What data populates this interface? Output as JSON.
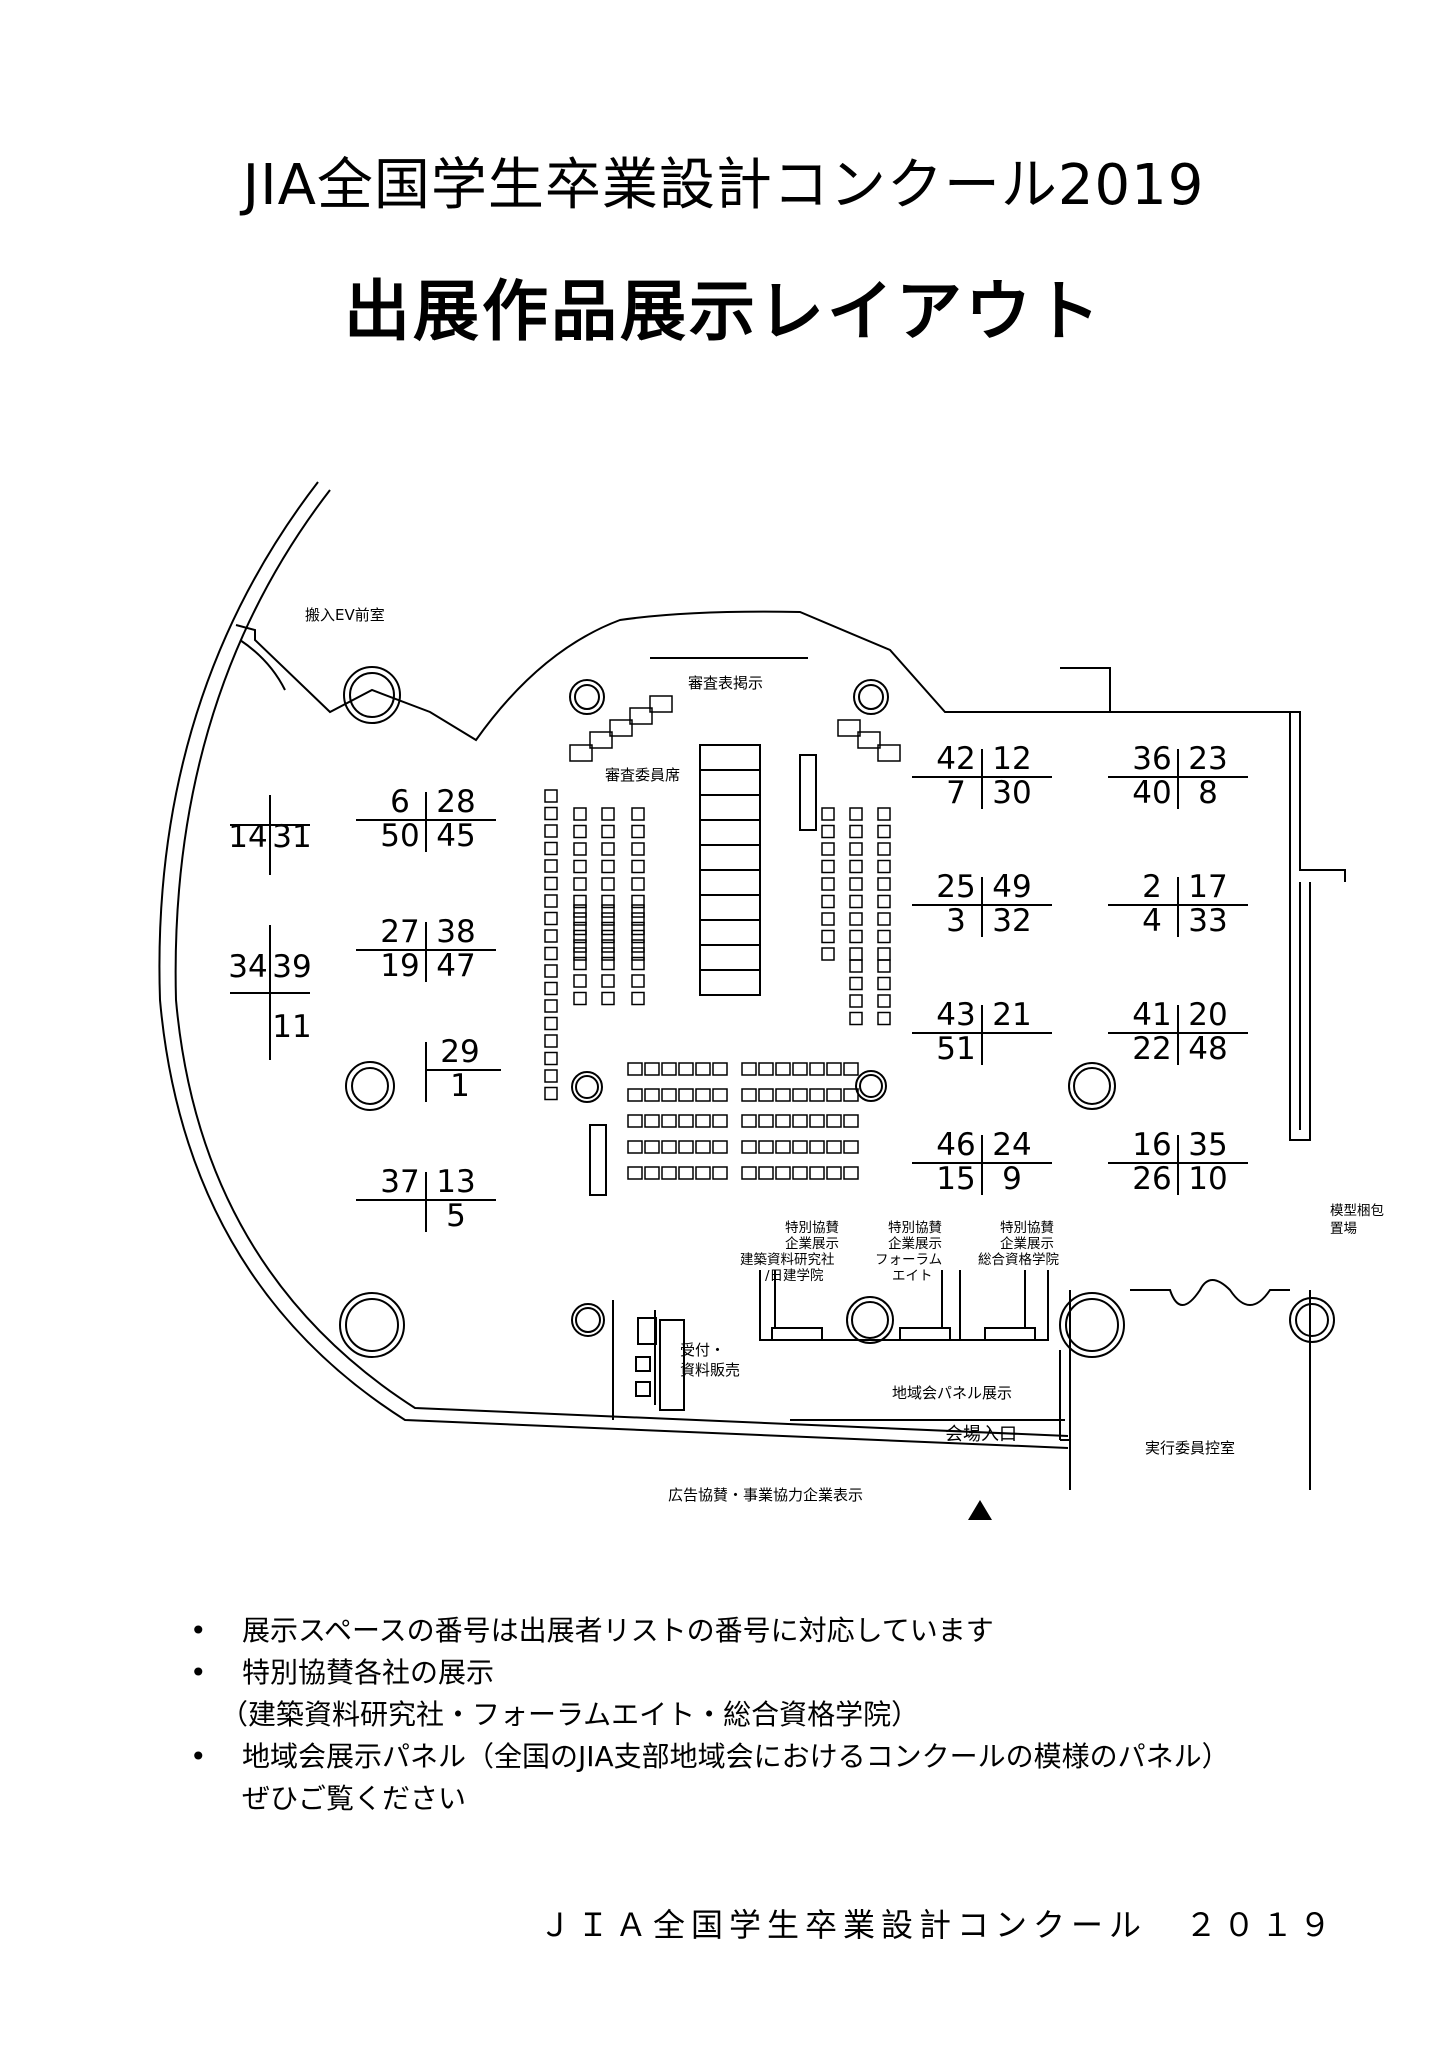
{
  "title": "JIA全国学生卒業設計コンクール2019",
  "subtitle": "出展作品展示レイアウト",
  "map": {
    "labels": {
      "ev": "搬入EV前室",
      "jury_board": "審査表掲示",
      "jury_seats": "審査委員席",
      "storage": "模型梱包",
      "storage2": "置場",
      "sp1a": "特別協賛",
      "sp1b": "企業展示",
      "sp1c": "建築資料研究社",
      "sp1d": "/日建学院",
      "sp2a": "特別協賛",
      "sp2b": "企業展示",
      "sp2c": "フォーラム",
      "sp2d": "エイト",
      "sp3a": "特別協賛",
      "sp3b": "企業展示",
      "sp3c": "総合資格学院",
      "reception1": "受付・",
      "reception2": "資料販売",
      "regional": "地域会パネル展示",
      "entrance": "会場入口",
      "committee": "実行委員控室",
      "ad": "広告協賛・事業協力企業表示"
    },
    "booths": [
      {
        "nums": [
          "14",
          "31"
        ]
      },
      {
        "nums": [
          "34",
          "39",
          "11"
        ]
      },
      {
        "nums": [
          "6",
          "28",
          "50",
          "45"
        ]
      },
      {
        "nums": [
          "27",
          "38",
          "19",
          "47"
        ]
      },
      {
        "nums": [
          "29",
          "1"
        ]
      },
      {
        "nums": [
          "37",
          "13",
          "5"
        ]
      },
      {
        "nums": [
          "42",
          "12",
          "7",
          "30"
        ]
      },
      {
        "nums": [
          "25",
          "49",
          "3",
          "32"
        ]
      },
      {
        "nums": [
          "43",
          "21",
          "51"
        ]
      },
      {
        "nums": [
          "46",
          "24",
          "15",
          "9"
        ]
      },
      {
        "nums": [
          "36",
          "23",
          "40",
          "8"
        ]
      },
      {
        "nums": [
          "2",
          "17",
          "4",
          "33"
        ]
      },
      {
        "nums": [
          "41",
          "20",
          "22",
          "48"
        ]
      },
      {
        "nums": [
          "16",
          "35",
          "26",
          "10"
        ]
      }
    ]
  },
  "notes": {
    "bullet": "•",
    "n1": "展示スペースの番号は出展者リストの番号に対応しています",
    "n2": "特別協賛各社の展示",
    "n2b": "（建築資料研究社・フォーラムエイト・総合資格学院）",
    "n3": "地域会展示パネル（全国のJIA支部地域会におけるコンクールの模様のパネル）",
    "n3b": "ぜひご覧ください"
  },
  "footer": "ＪＩＡ全国学生卒業設計コンクール　２０１９"
}
